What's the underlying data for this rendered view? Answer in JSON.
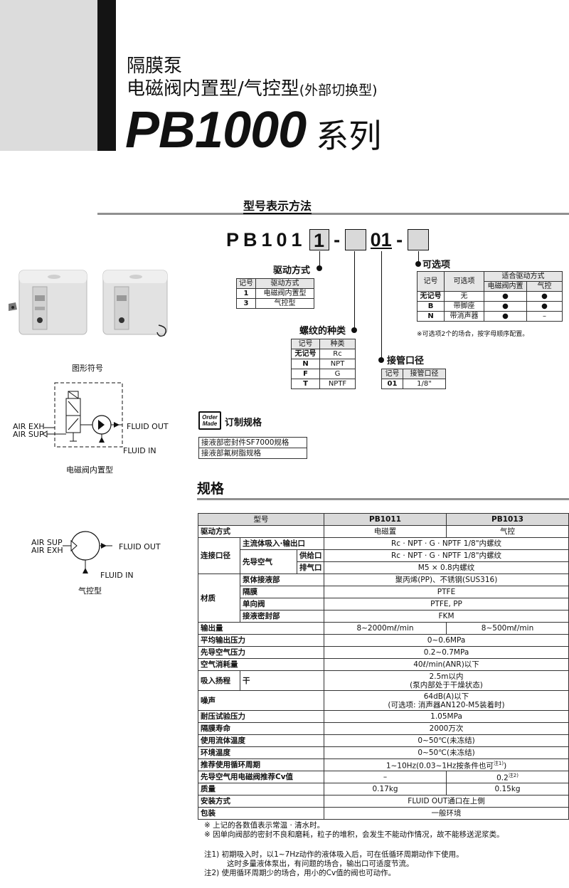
{
  "header": {
    "line1": "隔膜泵",
    "line2_main": "电磁阀内置型/气控型",
    "line2_small": "(外部切换型)",
    "series_model": "PB1000",
    "series_word": "系列"
  },
  "model_section": {
    "title": "型号表示方法",
    "prefix": "PB101",
    "box1": "1",
    "dash1": "-",
    "box2": "",
    "code": "01",
    "dash2": "-",
    "box3": ""
  },
  "drive": {
    "label": "驱动方式",
    "headers": [
      "记号",
      "驱动方式"
    ],
    "rows": [
      [
        "1",
        "电磁阀内置型"
      ],
      [
        "3",
        "气控型"
      ]
    ]
  },
  "thread": {
    "label": "螺纹的种类",
    "headers": [
      "记号",
      "种类"
    ],
    "rows": [
      [
        "无记号",
        "Rc"
      ],
      [
        "N",
        "NPT"
      ],
      [
        "F",
        "G"
      ],
      [
        "T",
        "NPTF"
      ]
    ]
  },
  "port": {
    "label": "接管口径",
    "headers": [
      "记号",
      "接管口径"
    ],
    "rows": [
      [
        "01",
        "1/8\""
      ]
    ]
  },
  "options": {
    "label": "可选项",
    "headers": [
      "记号",
      "可选项",
      "适合驱动方式",
      "电磁阀内置",
      "气控"
    ],
    "rows": [
      [
        "无记号",
        "无",
        "●",
        "●"
      ],
      [
        "B",
        "带脚座",
        "●",
        "●"
      ],
      [
        "N",
        "带消声器",
        "●",
        "–"
      ]
    ],
    "note": "※可选项2个的场合，按字母顺序配置。"
  },
  "symbols": {
    "title": "图形符号",
    "air_exh": "AIR EXH",
    "air_sup": "AIR SUP",
    "fluid_out": "FLUID OUT",
    "fluid_in": "FLUID IN",
    "caption1": "电磁阀内置型",
    "caption2": "气控型"
  },
  "order_made": {
    "badge1": "Order",
    "badge2": "Made",
    "title": "订制规格",
    "items": [
      "接液部密封件SF7000规格",
      "接液部氟树脂规格"
    ]
  },
  "spec": {
    "title": "规格",
    "header": {
      "model": "型号",
      "c1": "PB1011",
      "c2": "PB1013"
    },
    "drive": {
      "label": "驱动方式",
      "c1": "电磁置",
      "c2": "气控"
    },
    "port": {
      "label": "连接口径",
      "main_label": "主流体吸入·输出口",
      "main_val": "Rc · NPT · G · NPTF 1/8\"内螺纹",
      "pilot_label": "先导空气",
      "supply_label": "供给口",
      "supply_val": "Rc · NPT · G · NPTF 1/8\"内螺纹",
      "exhaust_label": "排气口",
      "exhaust_val": "M5 × 0.8内螺纹"
    },
    "material": {
      "label": "材质",
      "rows": [
        [
          "泵体接液部",
          "聚丙烯(PP)、不锈钢(SUS316)"
        ],
        [
          "隔膜",
          "PTFE"
        ],
        [
          "单向阀",
          "PTFE, PP"
        ],
        [
          "接液密封部",
          "FKM"
        ]
      ]
    },
    "output": {
      "label": "输出量",
      "c1": "8~2000mℓ/min",
      "c2": "8~500mℓ/min"
    },
    "rows_a": [
      [
        "平均输出压力",
        "0~0.6MPa"
      ],
      [
        "先导空气压力",
        "0.2~0.7MPa"
      ],
      [
        "空气消耗量",
        "40ℓ/min(ANR)以下"
      ]
    ],
    "suction": {
      "label": "吸入扬程",
      "sub": "干",
      "v1": "2.5m以内",
      "v2": "(泵内部处于干燥状态)"
    },
    "noise": {
      "label": "噪声",
      "v1": "64dB(A)以下",
      "v2": "(可选项: 消声器AN120-M5装着时)"
    },
    "rows_b": [
      [
        "耐压试验压力",
        "1.05MPa"
      ],
      [
        "隔膜寿命",
        "2000万次"
      ],
      [
        "使用流体温度",
        "0~50℃(未冻结)"
      ],
      [
        "环境温度",
        "0~50℃(未冻结)"
      ]
    ],
    "cycle": {
      "label": "推荐使用循环周期",
      "val": "1~10Hz(0.03~1Hz按条件也可",
      "sup": "注1)",
      "close": ")"
    },
    "cv": {
      "label": "先导空气用电磁阀推荐Cv值",
      "c1": "–",
      "c2": "0.2",
      "sup": "注2)"
    },
    "mass": {
      "label": "质量",
      "c1": "0.17kg",
      "c2": "0.15kg"
    },
    "mount": {
      "label": "安装方式",
      "val": "FLUID OUT通口在上側"
    },
    "pack": {
      "label": "包装",
      "val": "一般环境"
    }
  },
  "footnotes": [
    "※  上记的各数值表示常温 · 清水时。",
    "※  因单向阀部的密封不良和磨耗，粒子的堆积，会发生不能动作情况，故不能移送泥浆类。",
    "注1) 初期吸入时，以1~7Hz动作的液体吸入后，可在低循环周期动作下使用。",
    "这时多量液体泵出，有问题的场合，输出口可适度节流。",
    "注2) 使用循环周期少的场合，用小的Cv值的阀也可动作。"
  ]
}
